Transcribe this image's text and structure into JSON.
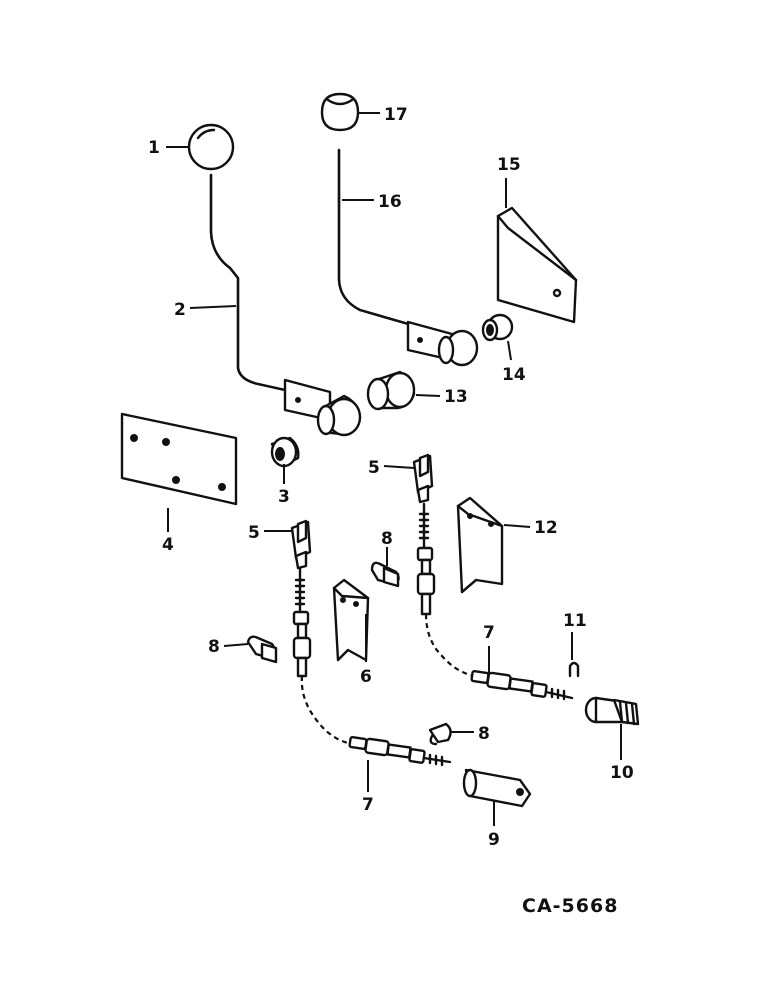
{
  "drawing_code": "CA-5668",
  "callouts": {
    "c1": "1",
    "c2": "2",
    "c3": "3",
    "c4": "4",
    "c5a": "5",
    "c5b": "5",
    "c6": "6",
    "c7a": "7",
    "c7b": "7",
    "c8a": "8",
    "c8b": "8",
    "c8c": "8",
    "c9": "9",
    "c10": "10",
    "c11": "11",
    "c12": "12",
    "c13": "13",
    "c14": "14",
    "c15": "15",
    "c16": "16",
    "c17": "17"
  }
}
